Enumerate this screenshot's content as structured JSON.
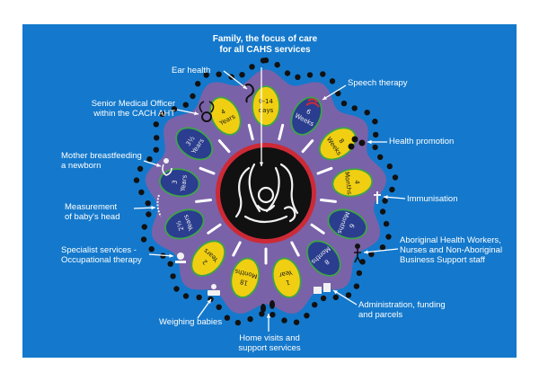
{
  "colors": {
    "background": "#1479cc",
    "flower": "#7a62a8",
    "center_ring": "#cc2a36",
    "center_fill": "#111111",
    "yellow": "#f0cf12",
    "navy": "#2a3d8f",
    "dots": "#111111",
    "label_text": "#ffffff"
  },
  "title": "Family, the focus of care\nfor all CAHS services",
  "labels": {
    "ear_health": "Ear health",
    "senior_medical_officer": "Senior Medical Officer\nwithin the CACH AHT",
    "mother_breastfeeding": "Mother breastfeeding\na newborn",
    "measurement_head": "Measurement\nof baby's head",
    "specialist_services": "Specialist services -\nOccupational therapy",
    "weighing_babies": "Weighing babies",
    "home_visits": "Home visits and\nsupport services",
    "administration": "Administration, funding\nand parcels",
    "aboriginal_workers": "Aboriginal Health Workers,\nNurses and Non-Aboriginal\nBusiness Support staff",
    "immunisation": "Immunisation",
    "health_promotion": "Health promotion",
    "speech_therapy": "Speech therapy"
  },
  "segments": [
    {
      "text": "0-14\ndays",
      "color": "yellow",
      "dark": false
    },
    {
      "text": "6\nWeeks",
      "color": "navy",
      "dark": true
    },
    {
      "text": "8\nWeeks",
      "color": "yellow",
      "dark": false
    },
    {
      "text": "4\nMonths",
      "color": "yellow",
      "dark": false
    },
    {
      "text": "6\nMonths",
      "color": "navy",
      "dark": true
    },
    {
      "text": "8\nMonths",
      "color": "navy",
      "dark": true
    },
    {
      "text": "1\nYear",
      "color": "yellow",
      "dark": false
    },
    {
      "text": "18\nMonths",
      "color": "yellow",
      "dark": false
    },
    {
      "text": "2\nYears",
      "color": "yellow",
      "dark": false
    },
    {
      "text": "2½\nYears",
      "color": "navy",
      "dark": true
    },
    {
      "text": "3\nYears",
      "color": "navy",
      "dark": true
    },
    {
      "text": "3½\nYears",
      "color": "navy",
      "dark": true
    },
    {
      "text": "4\nYears",
      "color": "yellow",
      "dark": false
    }
  ],
  "icons": {
    "ear": "ear-icon",
    "stethoscope": "stethoscope-icon",
    "mother": "breastfeeding-icon",
    "tape": "tape-measure-icon",
    "ot": "occupational-therapy-icon",
    "scale": "scale-icon",
    "home": "footprint-icon",
    "admin": "parcel-icon",
    "workers": "people-icon",
    "needle": "syringe-icon",
    "promo": "community-icon",
    "speech": "speech-icon"
  }
}
